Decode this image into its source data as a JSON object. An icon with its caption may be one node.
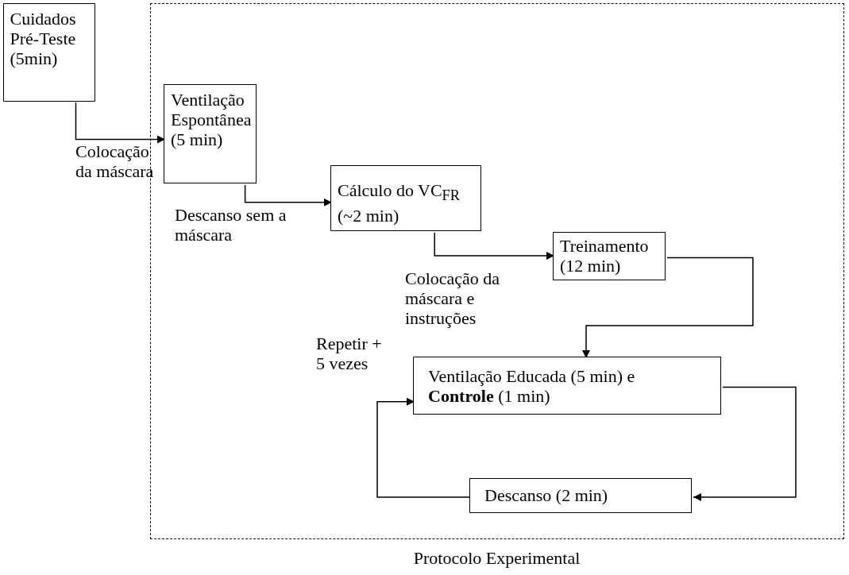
{
  "diagram": {
    "nodes": [
      {
        "text": [
          "Protocolo Experimental"
        ]
      },
      {
        "text": [
          "Cuidados Pré-Teste (5min)"
        ]
      },
      {
        "text": [
          "Ventilação Espontânea (5 min)"
        ],
        "in": 0
      },
      {
        "text": [
          "Cálculo do VC$_{FR}$ (~2 min)"
        ],
        "in": 0
      },
      {
        "text": [
          "Treinamento (12 min)"
        ],
        "in": 0
      },
      {
        "text": [
          "Ventilação Educada (5 min) e **Controle** (1 min)"
        ],
        "in": 0
      },
      {
        "text": [
          "Descanso (2 min)"
        ],
        "in": 0
      }
    ],
    "edges": [
      {
        "from": 1,
        "to": 2,
        "arrow": "to",
        "label": "Colocação da máscara"
      },
      {
        "from": 2,
        "to": 3,
        "arrow": "to",
        "label": "Descanso sem a máscara"
      },
      {
        "from": 3,
        "to": 4,
        "arrow": "to",
        "label": "Colocação da máscara e instruções"
      },
      {
        "from": 4,
        "to": 5,
        "arrow": "to"
      },
      {
        "from": 5,
        "to": 6,
        "arrow": "to"
      },
      {
        "from": 6,
        "to": 5,
        "arrow": "to",
        "label": "Repetir + 5 vezes"
      }
    ]
  }
}
